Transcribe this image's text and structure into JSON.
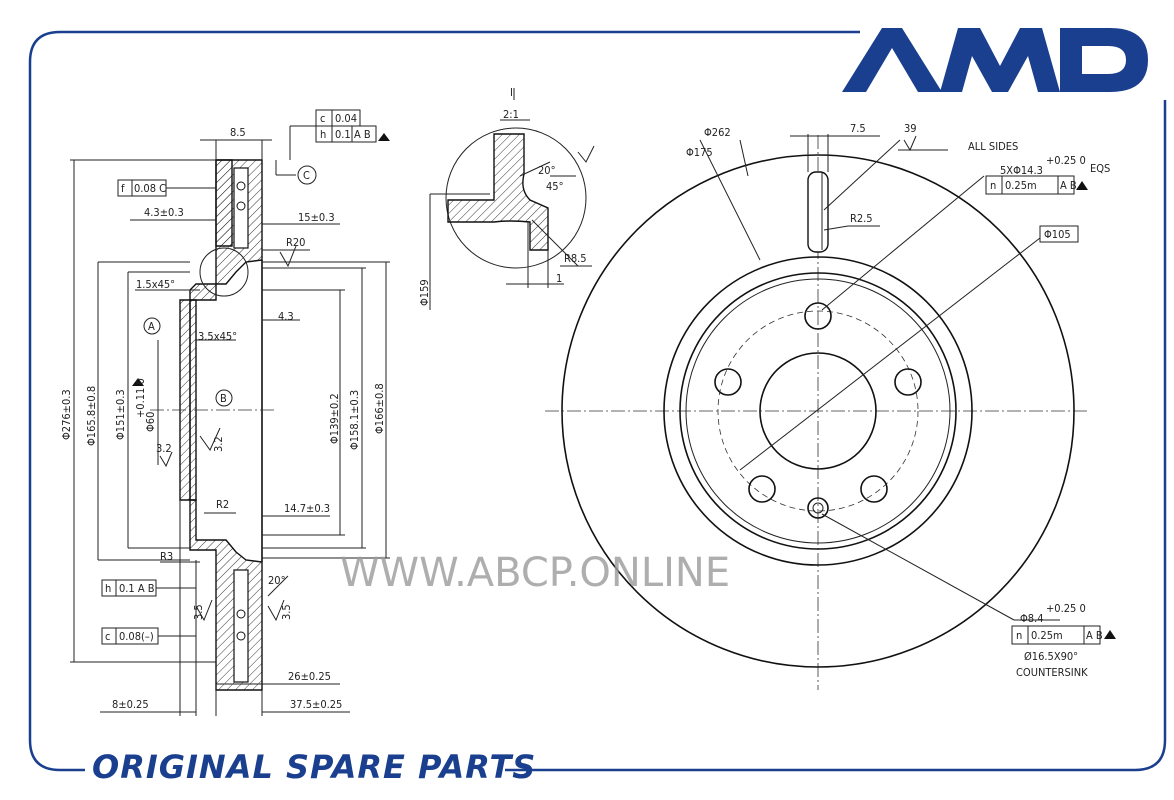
{
  "brand": {
    "logo_text": "AMD",
    "color": "#1a3f8f"
  },
  "tagline": "ORIGINAL SPARE PARTS",
  "watermark": "WWW.ABCP.ONLINE",
  "section_view": {
    "tol_c": "c",
    "tol_c_val": "0.04",
    "tol_h": "h",
    "tol_h_val": "0.1",
    "tol_h_ref": "A B",
    "w85": "8.5",
    "circle_c": "C",
    "tol_f": "f",
    "tol_f_val": "0.08 C",
    "d43": "4.3±0.3",
    "d15": "15±0.3",
    "r20": "R20",
    "ch15": "1.5x45°",
    "d43b": "4.3",
    "circle_a": "A",
    "ch35": "3.5x45°",
    "circle_b": "B",
    "rough32a": "3.2",
    "rough32b": "3.2",
    "r2": "R2",
    "d147": "14.7±0.3",
    "r3": "R3",
    "tol_h2": "h",
    "tol_h2_val": "0.1 A B",
    "ang20": "20°",
    "d35a": "3.5",
    "d35b": "3.5",
    "tol_c2": "c",
    "tol_c2_val": "0.08(–)",
    "d26": "26±0.25",
    "d8": "8±0.25",
    "d375": "37.5±0.25",
    "dia276": "Φ276±0.3",
    "dia1658": "Φ165.8±0.8",
    "dia151": "Φ151±0.3",
    "dia60": "Φ60",
    "dia60_tol": "+0.11 0",
    "dia139": "Φ139±0.2",
    "dia1581": "Φ158.1±0.3",
    "dia166": "Φ166±0.8"
  },
  "detail_view": {
    "label_i": "I",
    "scale": "2:1",
    "ang20": "20°",
    "ang45": "45°",
    "r85": "R8.5",
    "d1": "1",
    "dia159": "Φ159"
  },
  "front_view": {
    "dia262": "Φ262",
    "dia175": "Φ175",
    "d75": "7.5",
    "n39": "39",
    "all_sides": "ALL SIDES",
    "holes": "5XΦ14.3",
    "holes_tol": "+0.25 0",
    "eqs": "EQS",
    "tol_n": "n",
    "tol_n_val": "0.25m",
    "tol_n_ref": "A B",
    "r25": "R2.5",
    "dia105": "Φ105",
    "dia84": "Φ8.4",
    "dia84_tol": "+0.25 0",
    "tol_n2": "n",
    "tol_n2_val": "0.25m",
    "tol_n2_ref": "A B",
    "countersink1": "Ø16.5X90°",
    "countersink2": "COUNTERSINK"
  }
}
